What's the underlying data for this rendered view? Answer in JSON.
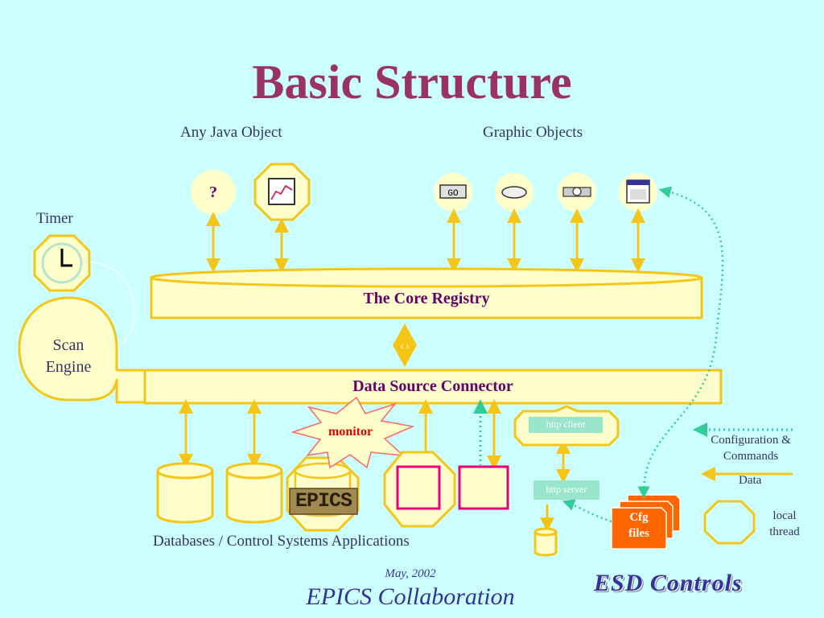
{
  "title": "Basic Structure",
  "labels": {
    "any_java_object": "Any Java Object",
    "graphic_objects": "Graphic Objects",
    "timer": "Timer",
    "scan_engine_line1": "Scan",
    "scan_engine_line2": "Engine",
    "core_registry": "The Core Registry",
    "data_source_connector": "Data Source Connector",
    "monitor": "monitor",
    "epics_badge": "EPICS",
    "question_mark": "?",
    "http_client": "http client",
    "http_server": "http server",
    "cfg_line1": "Cfg",
    "cfg_line2": "files",
    "databases_caption": "Databases / Control Systems Applications"
  },
  "legend": {
    "config_line1": "Configuration &",
    "config_line2": "Commands",
    "data": "Data",
    "local_line1": "local",
    "local_line2": "thread"
  },
  "footer": {
    "date": "May, 2002",
    "collaboration": "EPICS Collaboration",
    "brand": "ESD Controls"
  },
  "colors": {
    "background": "#ccffff",
    "title": "#993366",
    "gold": "#f5c518",
    "pale_yellow": "#ffffcc",
    "teal_dotted": "#33cc99",
    "orange": "#ff6600",
    "magenta": "#e6007a"
  },
  "icons": [
    "question-icon",
    "chart-icon",
    "go-button-icon",
    "oval-icon",
    "slider-icon",
    "window-icon",
    "clock-icon"
  ]
}
